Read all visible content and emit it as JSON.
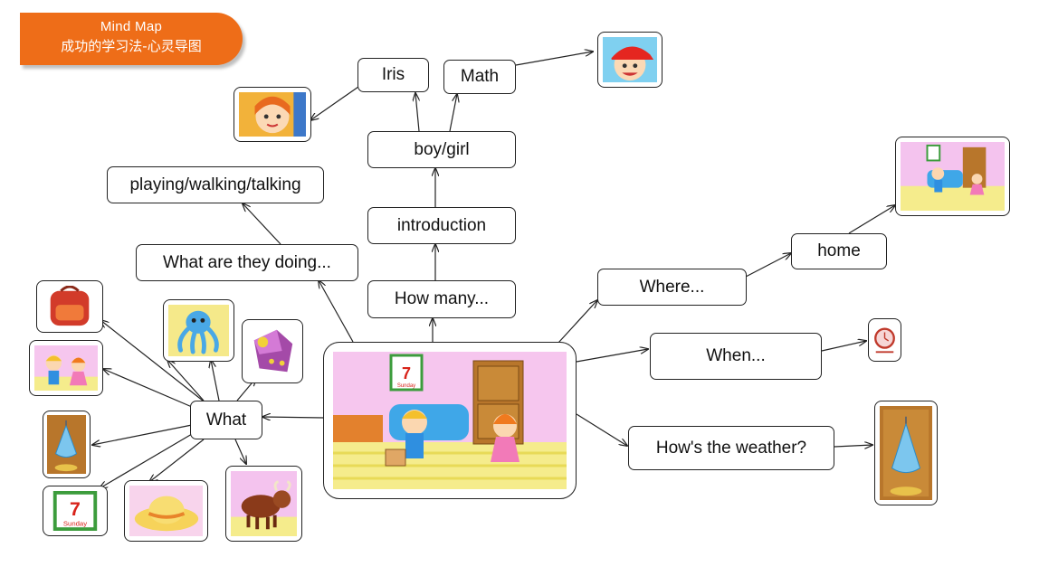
{
  "banner": {
    "title": "Mind Map",
    "subtitle": "成功的学习法-心灵导图"
  },
  "nodes": {
    "iris": "Iris",
    "math": "Math",
    "boy_girl": "boy/girl",
    "introduction": "introduction",
    "how_many": "How many...",
    "playing": "playing/walking/talking",
    "what_doing": "What are they doing...",
    "what": "What",
    "where": "Where...",
    "home": "home",
    "when": "When...",
    "weather": "How's the weather?"
  },
  "pictures": {
    "calendar_day": "7",
    "calendar_weekday": "Sunday"
  },
  "colors": {
    "banner": "#ee6d18",
    "line": "#222222"
  }
}
